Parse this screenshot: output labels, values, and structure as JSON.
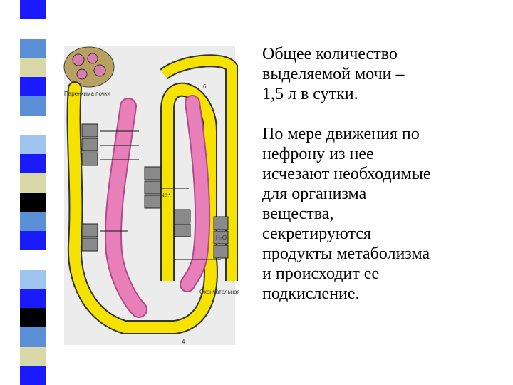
{
  "slide": {
    "paragraphs": [
      {
        "lines": [
          "Общее количество",
          "выделяемой мочи –",
          "1,5 л в сутки."
        ]
      },
      {
        "lines": [
          "По мере движения по",
          "нефрону из нее",
          "исчезают необходимые",
          "для организма",
          "вещества,",
          "секретируются",
          "продукты метаболизма",
          "и происходит ее",
          "подкисление."
        ]
      }
    ]
  },
  "figure": {
    "labels": {
      "top_left": "Паренхима почки",
      "bottom_right": "Окончательная моча",
      "number_6": "6",
      "number_4": "4",
      "h2o": "H₂O",
      "na": "Na⁺"
    }
  },
  "colors": {
    "stripes": [
      "#1a1aff",
      "#ffffff",
      "#5b8fd8",
      "#d8d8a8",
      "#1a1aff",
      "#5b8fd8",
      "#ffffff",
      "#a0c4f0",
      "#1a1aff",
      "#d8d8a8",
      "#000000",
      "#5b8fd8",
      "#1a1aff",
      "#ffffff",
      "#a0c4f0",
      "#1a1aff",
      "#000000",
      "#5b8fd8",
      "#d8d8a8",
      "#1a1aff"
    ],
    "tubule": "#f5e200",
    "vessel": "#e87fb8",
    "background_tissue": "#e6e6e6"
  }
}
